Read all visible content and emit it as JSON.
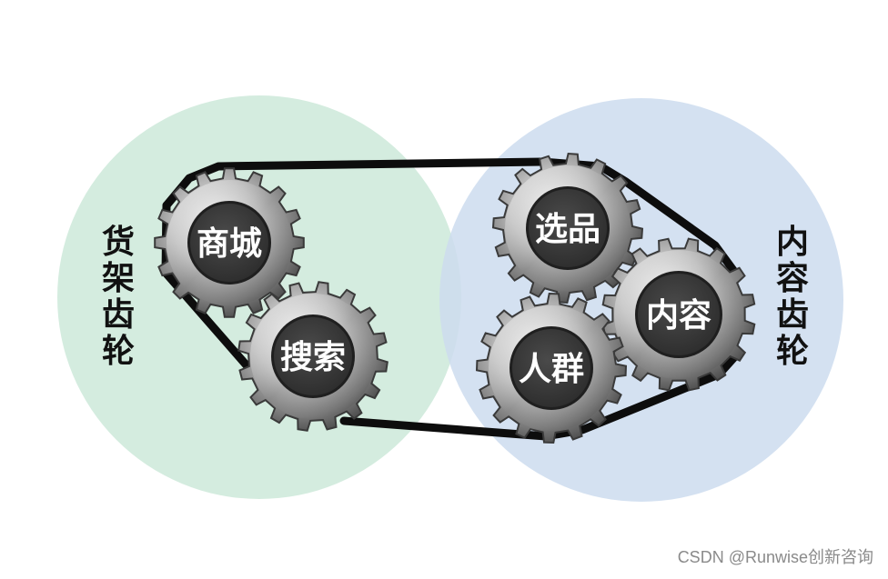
{
  "left_wheel": {
    "label": "货架齿轮",
    "chars": [
      "货",
      "架",
      "齿",
      "轮"
    ],
    "color": "#cfeadb"
  },
  "right_wheel": {
    "label": "内容齿轮",
    "chars": [
      "内",
      "容",
      "齿",
      "轮"
    ],
    "color": "#ccdcef"
  },
  "gears": [
    {
      "id": "mall",
      "label": "商城",
      "icon": "gear-icon"
    },
    {
      "id": "search",
      "label": "搜索",
      "icon": "gear-icon"
    },
    {
      "id": "selection",
      "label": "选品",
      "icon": "gear-icon"
    },
    {
      "id": "content",
      "label": "内容",
      "icon": "gear-icon"
    },
    {
      "id": "crowd",
      "label": "人群",
      "icon": "gear-icon"
    }
  ],
  "belt": {
    "color": "#0d0d0d"
  },
  "watermark": "CSDN @Runwise创新咨询"
}
